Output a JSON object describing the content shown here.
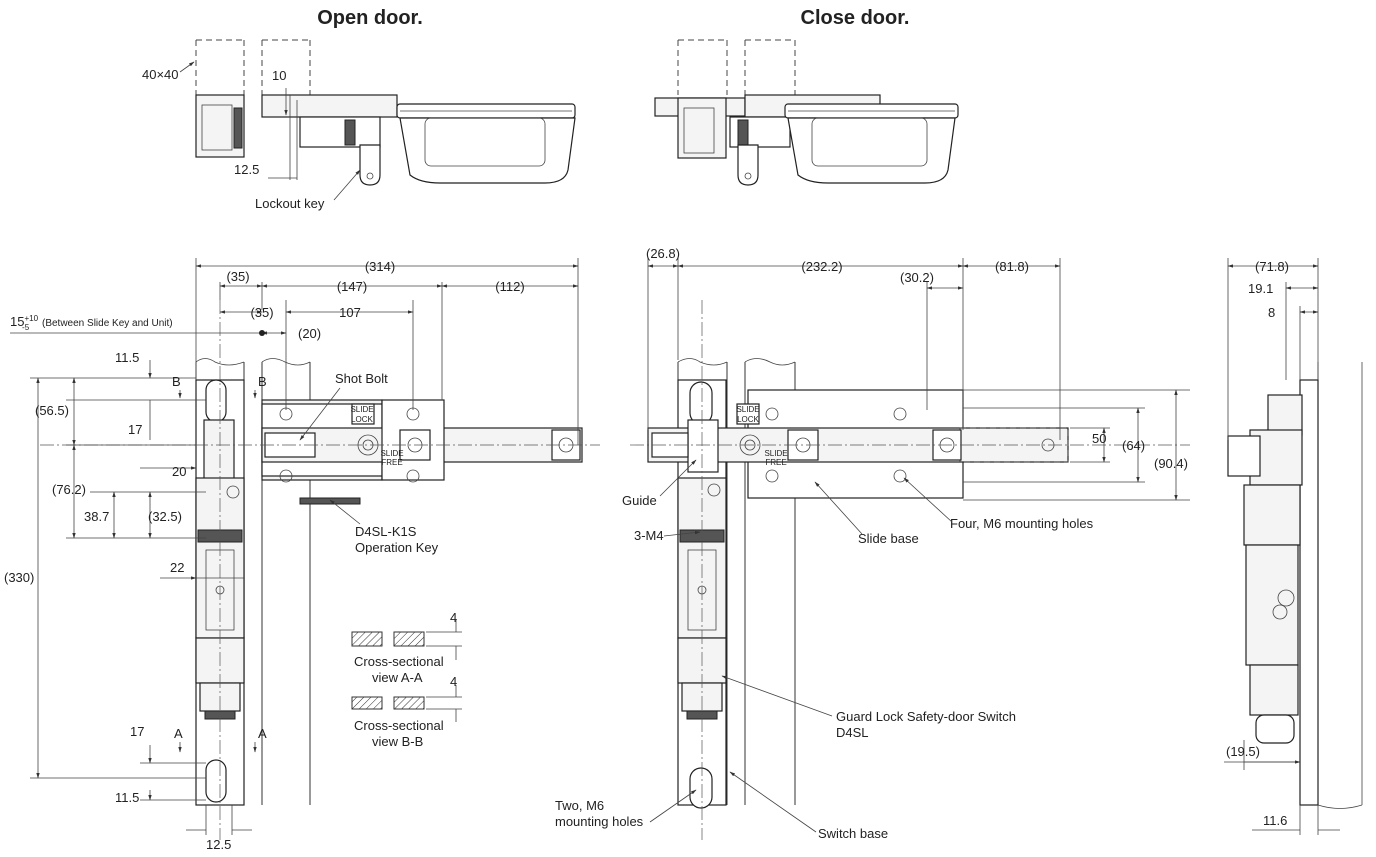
{
  "titles": {
    "open_door": "Open door.",
    "close_door": "Close door."
  },
  "top_open": {
    "size_40": "40×40",
    "dim_10": "10",
    "dim_12_5": "12.5",
    "lockout_key": "Lockout key"
  },
  "open_front": {
    "dim_314": "(314)",
    "dim_35a": "(35)",
    "dim_147": "(147)",
    "dim_112": "(112)",
    "dim_35b": "(35)",
    "dim_107": "107",
    "dim_20": "(20)",
    "tol_base": "15",
    "tol_plus": "+10",
    "tol_minus": "-5",
    "tol_note": "(Between Slide Key and Unit)",
    "dim_11_5_top": "11.5",
    "sec_b_left": "B",
    "sec_b_right": "B",
    "shot_bolt": "Shot Bolt",
    "dim_56_5": "(56.5)",
    "dim_17_top": "17",
    "dim_20b": "20",
    "dim_76_2": "(76.2)",
    "dim_38_7": "38.7",
    "dim_32_5": "(32.5)",
    "dim_330": "(330)",
    "dim_22": "22",
    "op_key_line1": "D4SL-K1S",
    "op_key_line2": "Operation Key",
    "dim_17_bottom": "17",
    "sec_a_left": "A",
    "sec_a_right": "A",
    "dim_11_5_bottom": "11.5",
    "dim_12_5_bottom": "12.5",
    "slide_lock_top": "SLIDE",
    "slide_lock": "LOCK",
    "slide_free_top": "SLIDE",
    "slide_free": "FREE"
  },
  "sections": {
    "dim_4a": "4",
    "cs_aa_line1": "Cross-sectional",
    "cs_aa_line2": "view A-A",
    "dim_4b": "4",
    "cs_bb_line1": "Cross-sectional",
    "cs_bb_line2": "view B-B"
  },
  "close_front": {
    "dim_26_8": "(26.8)",
    "dim_232_2": "(232.2)",
    "dim_30_2": "(30.2)",
    "dim_81_8": "(81.8)",
    "dim_50": "50",
    "dim_64": "(64)",
    "dim_90_4": "(90.4)",
    "guide": "Guide",
    "four_m6": "Four, M6 mounting holes",
    "slide_base": "Slide base",
    "three_m4": "3-M4",
    "guard_lock_line1": "Guard Lock Safety-door Switch",
    "guard_lock_line2": "D4SL",
    "two_m6_line1": "Two, M6",
    "two_m6_line2": "mounting holes",
    "switch_base": "Switch base",
    "slide_lock_top": "SLIDE",
    "slide_lock": "LOCK",
    "slide_free_top": "SLIDE",
    "slide_free": "FREE"
  },
  "side_view": {
    "dim_71_8": "(71.8)",
    "dim_19_1": "19.1",
    "dim_8": "8",
    "dim_19_5": "(19.5)",
    "dim_11_6": "11.6"
  }
}
